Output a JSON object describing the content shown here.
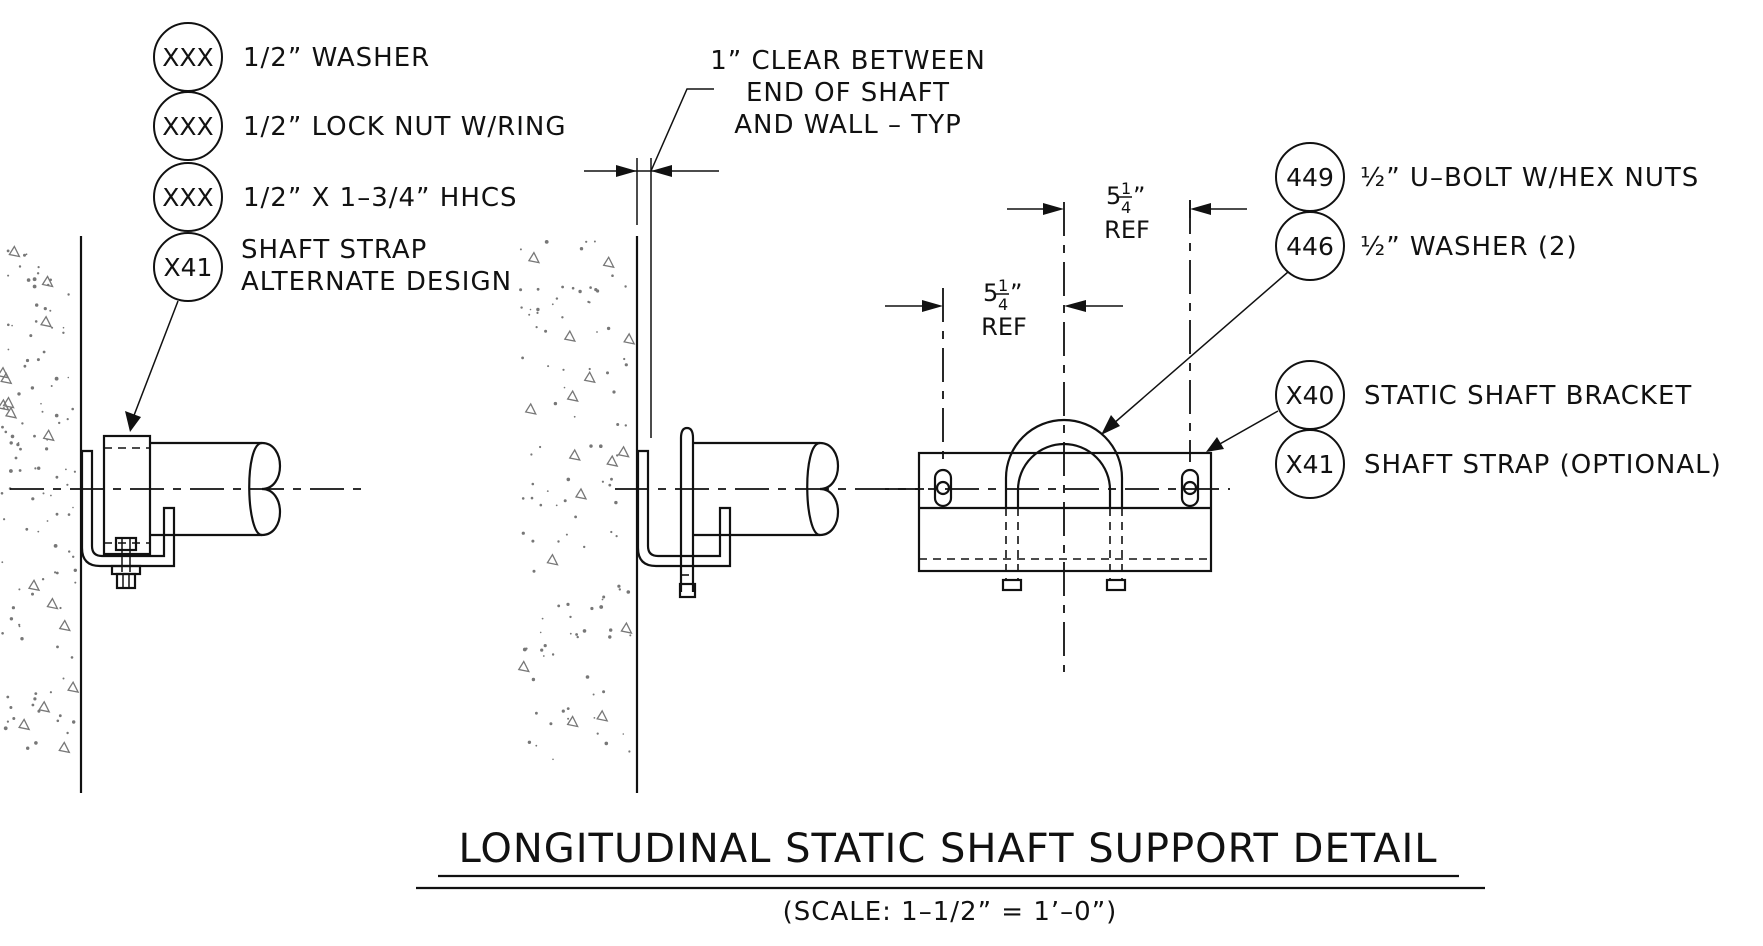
{
  "callouts_left": [
    {
      "tag": "XXX",
      "text": "1/2” WASHER"
    },
    {
      "tag": "XXX",
      "text": "1/2” LOCK NUT W/RING"
    },
    {
      "tag": "XXX",
      "text": "1/2” X 1–3/4” HHCS"
    },
    {
      "tag": "X41",
      "line1": "SHAFT STRAP",
      "line2": "ALTERNATE DESIGN"
    }
  ],
  "clear_note": {
    "line1": "1” CLEAR BETWEEN",
    "line2": "END OF SHAFT",
    "line3": "AND WALL – TYP"
  },
  "callouts_right": [
    {
      "tag": "449",
      "text": "½” U–BOLT W/HEX NUTS"
    },
    {
      "tag": "446",
      "text": "½” WASHER (2)"
    },
    {
      "tag": "X40",
      "text": "STATIC SHAFT BRACKET"
    },
    {
      "tag": "X41",
      "text": "SHAFT STRAP (OPTIONAL)"
    }
  ],
  "dimensions": {
    "upper": {
      "whole": "5",
      "num": "1",
      "den": "4",
      "inch": "”",
      "ref": "REF"
    },
    "lower": {
      "whole": "5",
      "num": "1",
      "den": "4",
      "inch": "”",
      "ref": "REF"
    }
  },
  "title": "LONGITUDINAL STATIC SHAFT SUPPORT DETAIL",
  "scale": "(SCALE: 1–1/2” = 1’–0”)"
}
